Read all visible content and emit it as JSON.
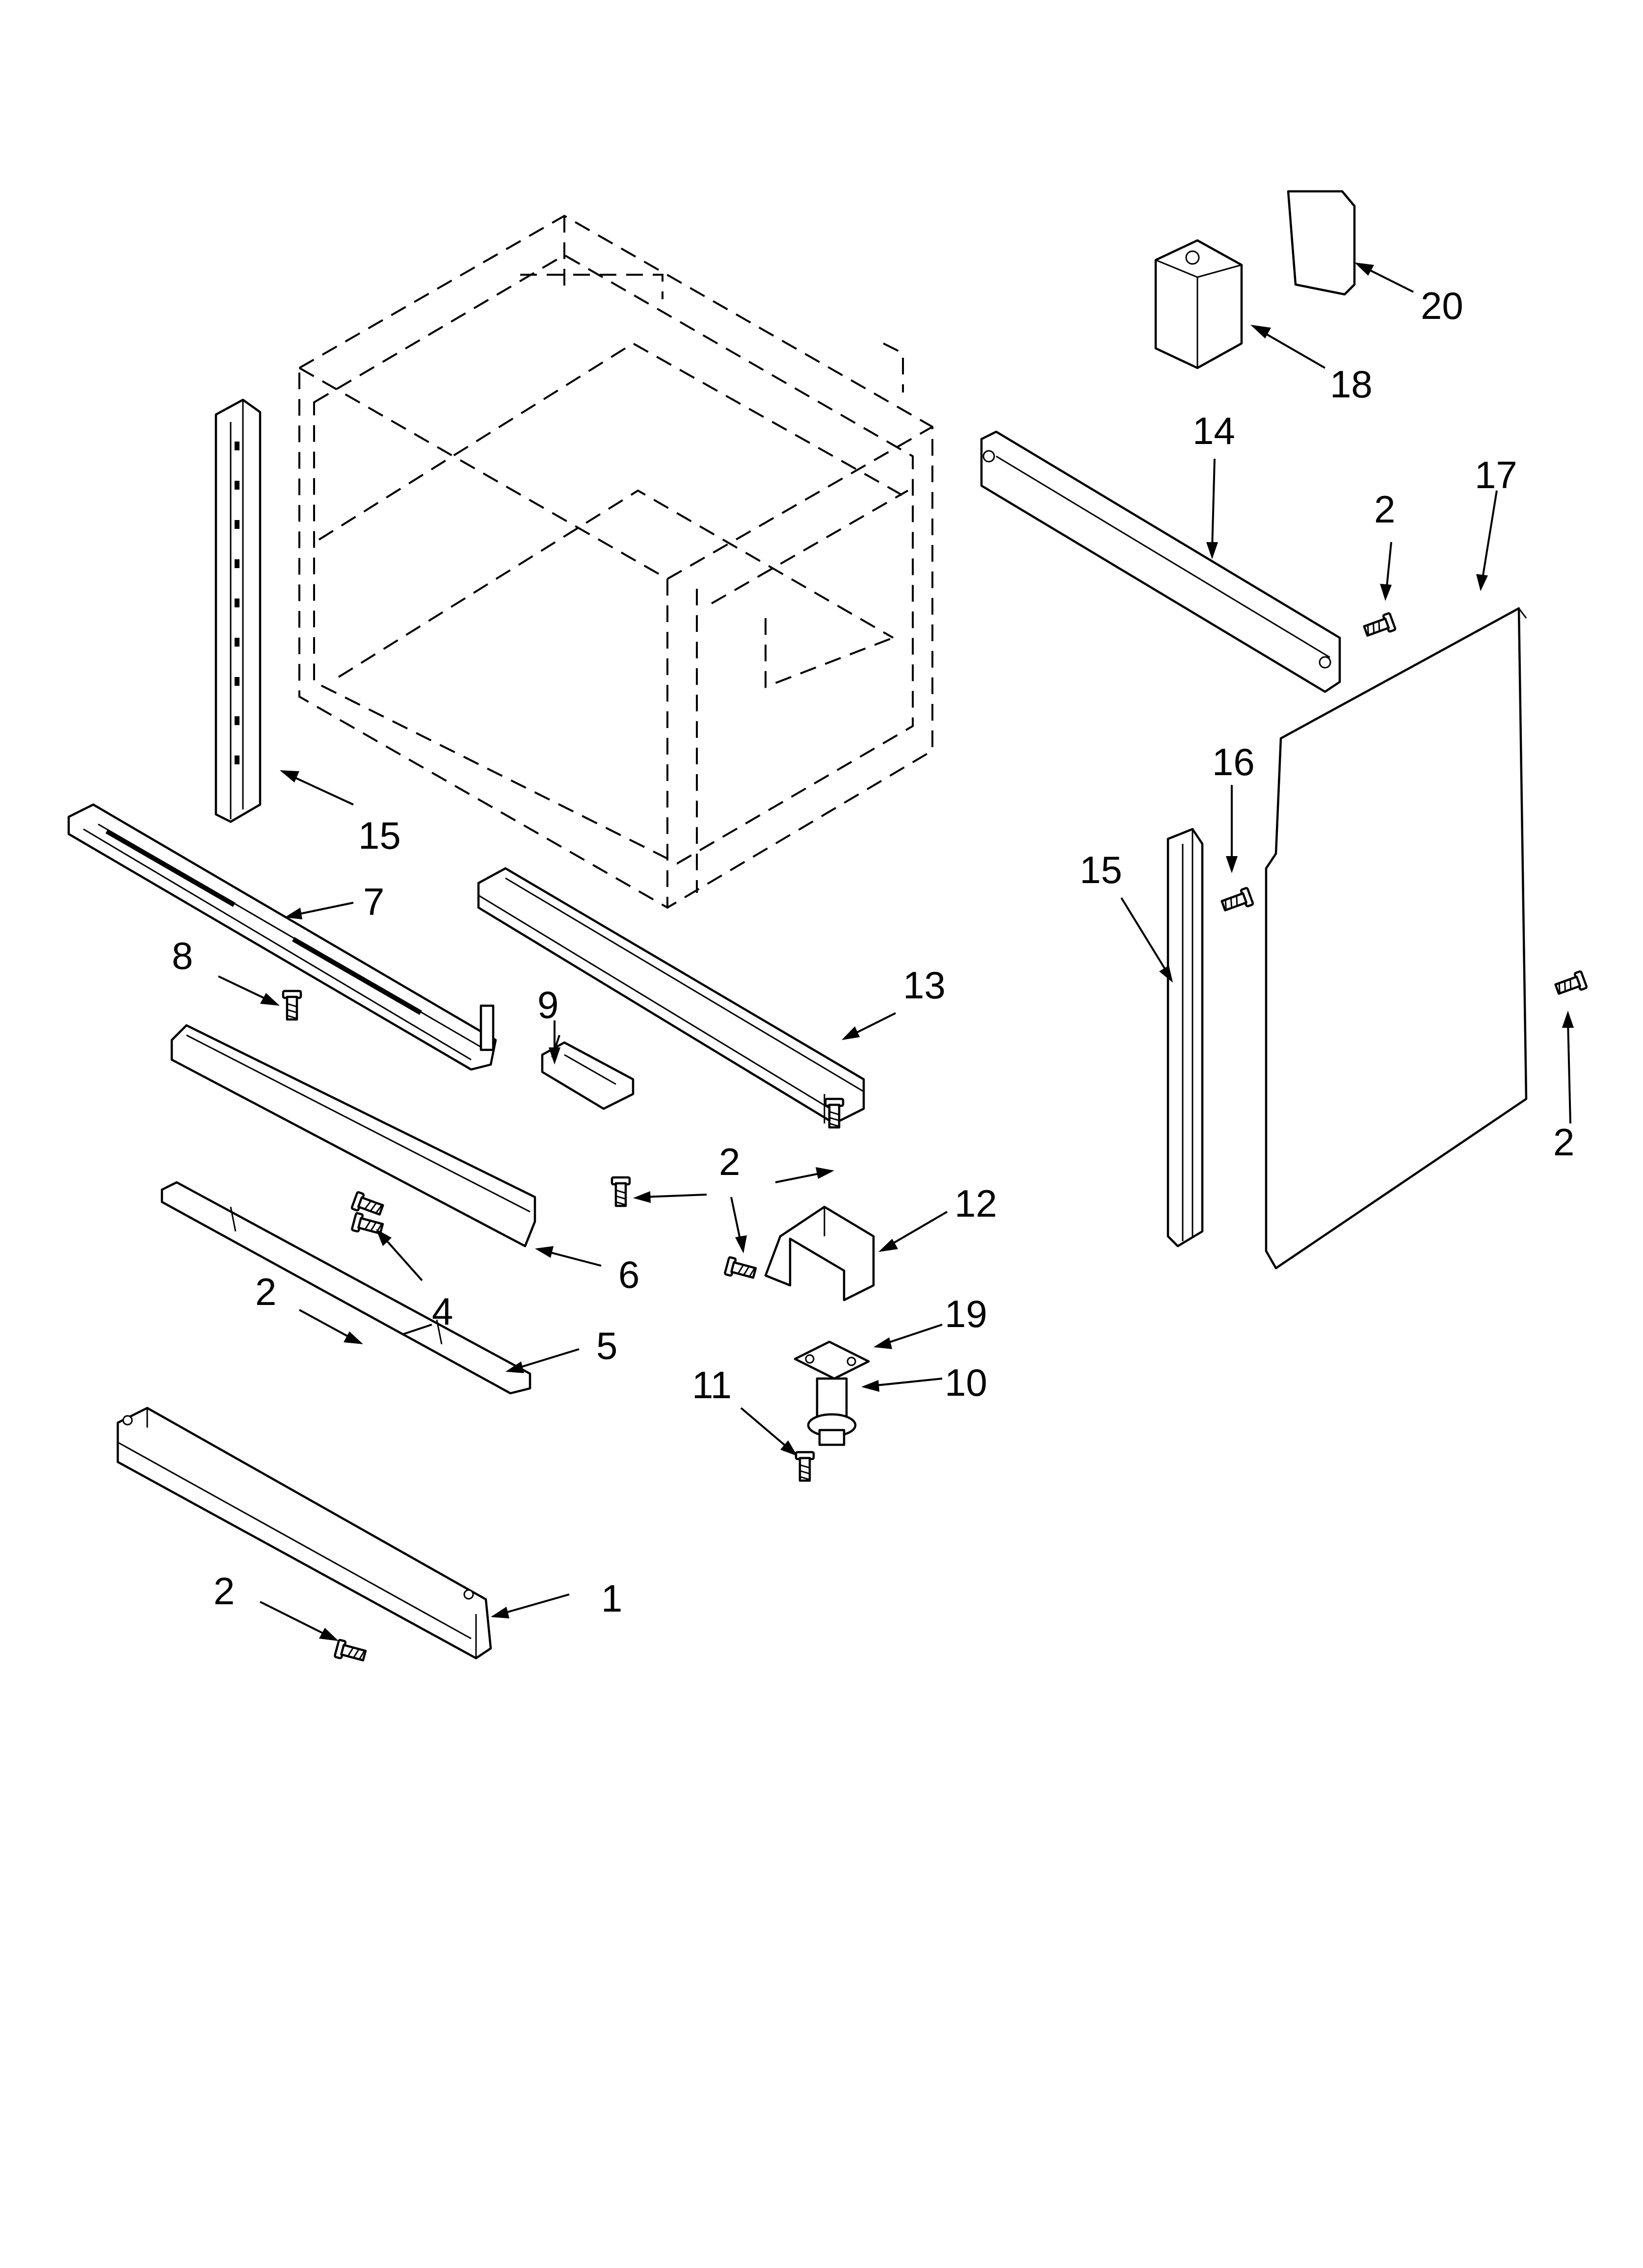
{
  "diagram": {
    "callouts": [
      "20",
      "18",
      "14",
      "2",
      "17",
      "15",
      "7",
      "8",
      "16",
      "15",
      "13",
      "9",
      "2",
      "2",
      "12",
      "6",
      "2",
      "4",
      "5",
      "19",
      "11",
      "10",
      "2",
      "1"
    ]
  }
}
